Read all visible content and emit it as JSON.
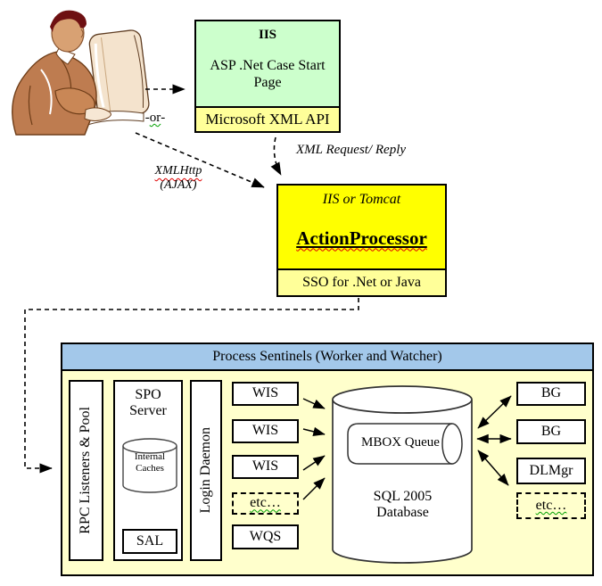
{
  "top": {
    "iis_box": {
      "title": "IIS",
      "body": "ASP .Net Case Start Page",
      "footer": "Microsoft XML API"
    },
    "or_label": {
      "prefix": "- ",
      "word": "or",
      "suffix": " -"
    },
    "xmlhttp_label": {
      "line1": "XMLHttp",
      "line2": "(AJAX)"
    },
    "xml_request_label": "XML Request/ Reply",
    "action_box": {
      "title": "IIS or Tomcat",
      "name": "ActionProcessor",
      "footer": "SSO for .Net or Java"
    }
  },
  "sentinels": {
    "title": "Process Sentinels (Worker and Watcher)",
    "rpc_label": "RPC Listeners & Pool",
    "spo": {
      "title": "SPO Server",
      "cache_label": "Internal Caches",
      "sal_label": "SAL"
    },
    "login_label": "Login Daemon",
    "wis_items": [
      "WIS",
      "WIS",
      "WIS",
      "etc…",
      "WQS"
    ],
    "database": {
      "queue_label": "MBOX Queue",
      "name": "SQL 2005 Database"
    },
    "right_items": [
      "BG",
      "BG",
      "DLMgr",
      "etc…"
    ]
  },
  "icons": {
    "person": "user-at-computer-clipart"
  },
  "colors": {
    "green_box": "#CCFFCC",
    "strip_yellow": "#FFFF99",
    "bright_yellow": "#FFFF00",
    "panel_yellow": "#FFFFCC",
    "header_blue": "#A3C8EA",
    "box_white": "#FFFFFF",
    "squiggle_red": "#E00000",
    "squiggle_green": "#00A000"
  }
}
